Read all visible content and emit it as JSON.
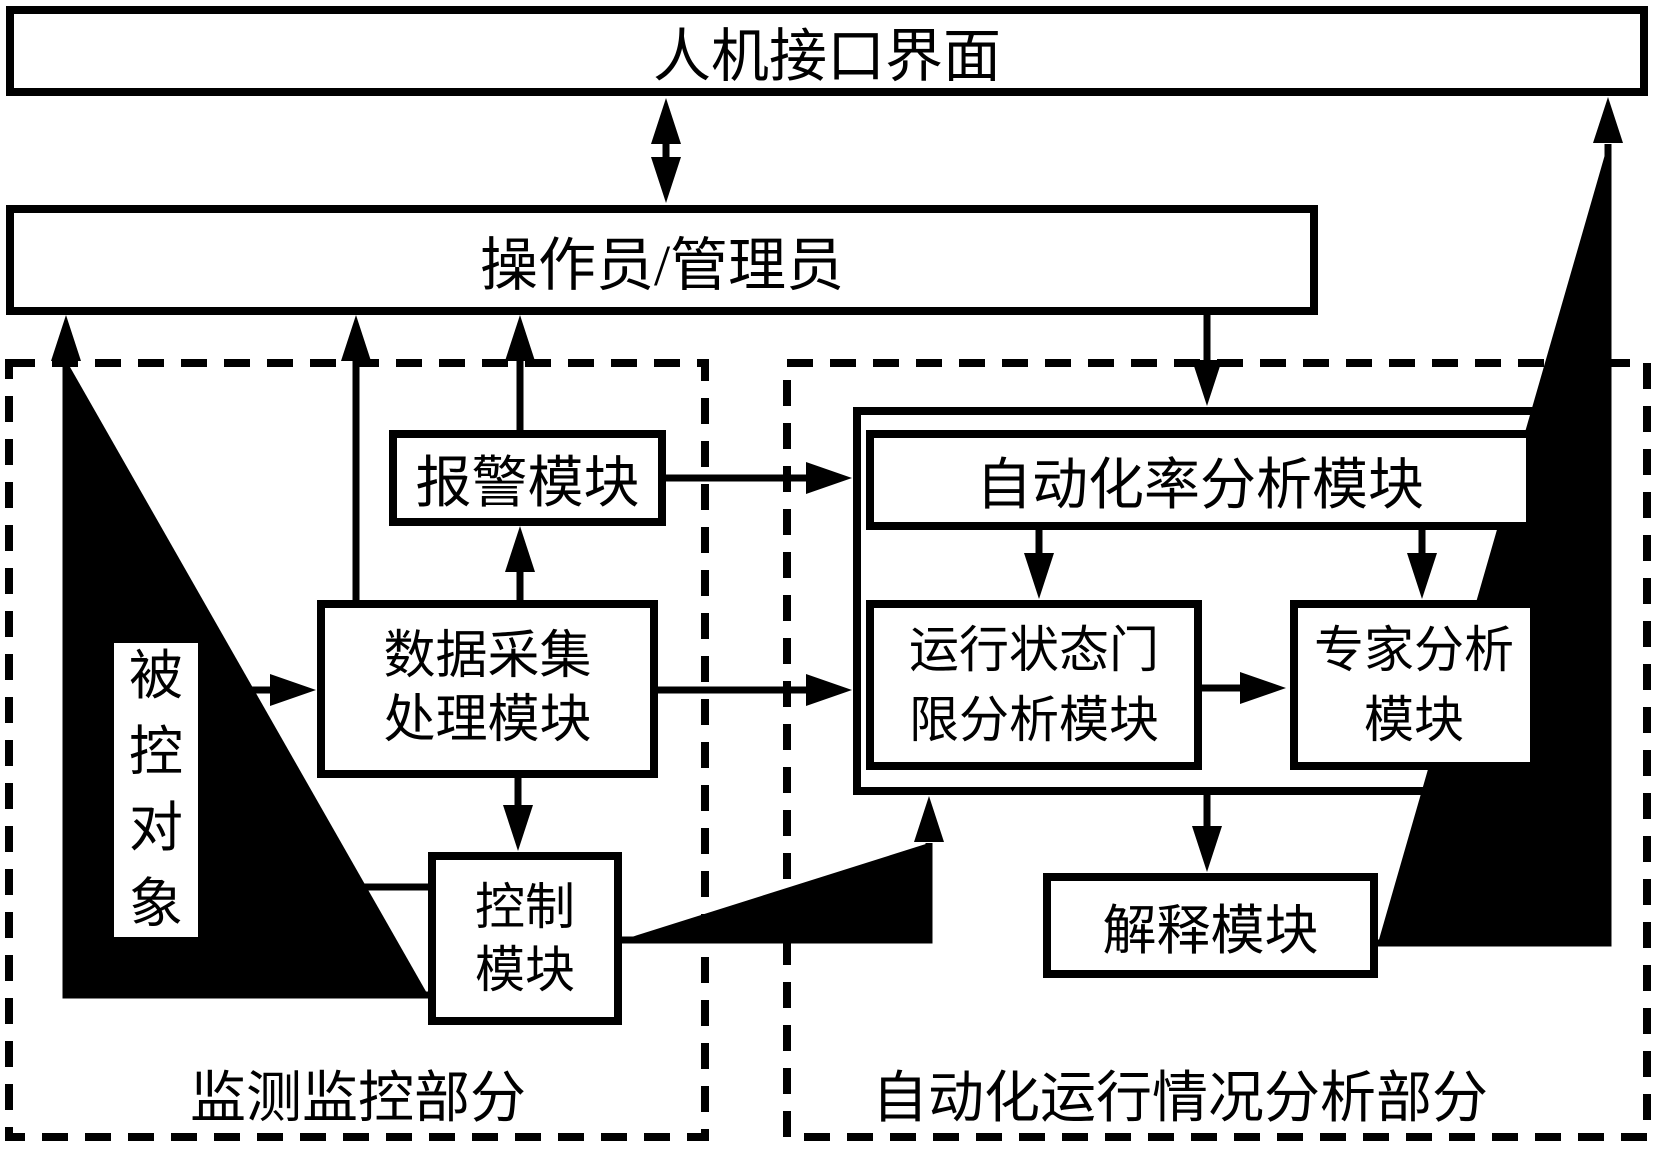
{
  "diagram": {
    "title": "人机接口界面",
    "operator": "操作员/管理员",
    "monitor_group": {
      "caption": "监测监控部分",
      "alarm_module": "报警模块",
      "data_module": "数据采集\n处理模块",
      "controlled_object": "被控对象",
      "control_module": "控制\n模块"
    },
    "analysis_group": {
      "caption": "自动化运行情况分析部分",
      "rate_module": "自动化率分析模块",
      "threshold_module": "运行状态门\n限分析模块",
      "expert_module": "专家分析\n模块",
      "explain_module": "解释模块"
    },
    "colors": {
      "ink": "#000000",
      "paper": "#ffffff"
    }
  }
}
